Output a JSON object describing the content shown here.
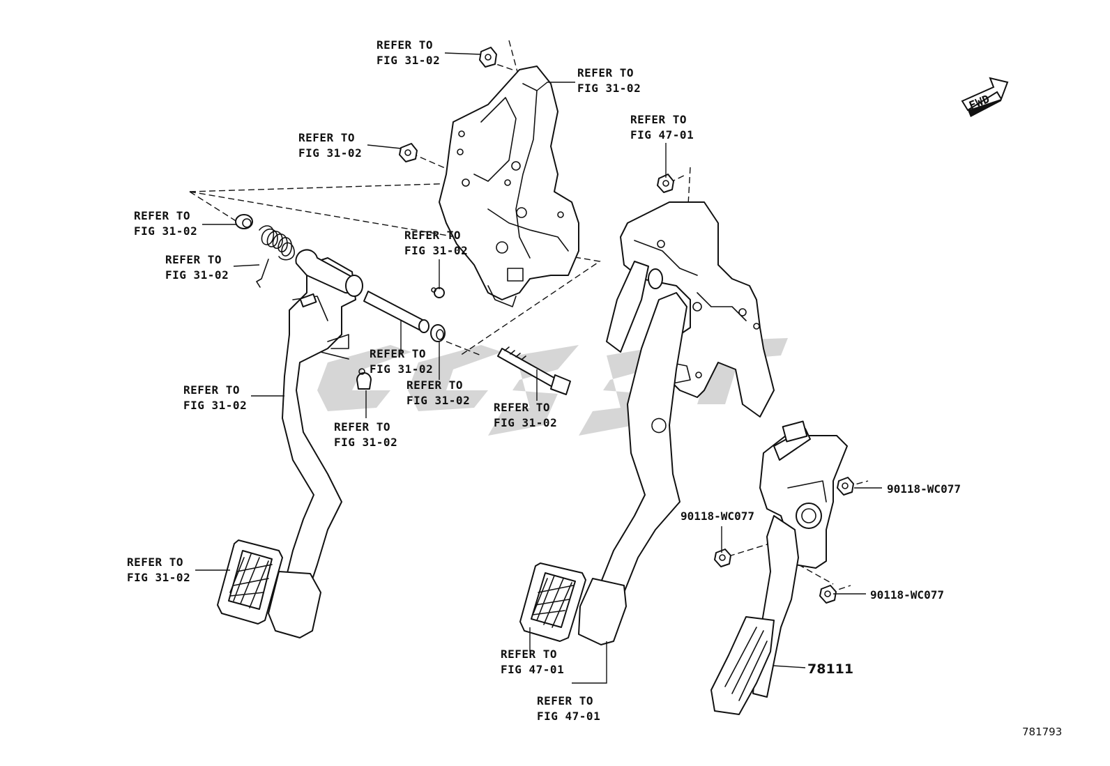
{
  "refer_31_02_line1": "REFER TO",
  "refer_31_02_line2": "FIG 31-02",
  "refer_47_01_line1": "REFER TO",
  "refer_47_01_line2": "FIG 47-01",
  "part_nut": "90118-WC077",
  "part_pedal": "78111",
  "illustration_number": "781793",
  "fwd_label": "FWD"
}
